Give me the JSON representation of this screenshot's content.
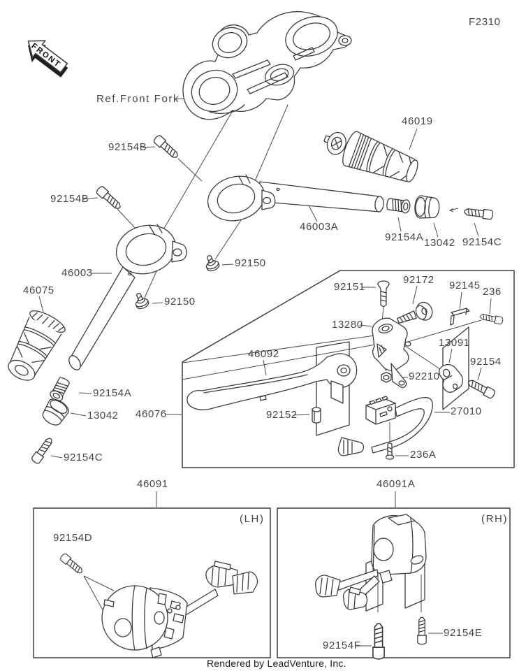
{
  "figure": {
    "code": "F2310",
    "credit": "Rendered by LeadVenture, Inc."
  },
  "annotations": {
    "front": "FRONT",
    "ref_front_fork": "Ref.Front Fork",
    "lh": "(LH)",
    "rh": "(RH)"
  },
  "parts": {
    "p46019": "46019",
    "p92154b_top": "92154B",
    "p92154b_mid": "92154B",
    "p46003a": "46003A",
    "p92154a_right": "92154A",
    "p13042_right": "13042",
    "p92154c_right": "92154C",
    "p92150_right": "92150",
    "p92150_left": "92150",
    "p46003": "46003",
    "p46075": "46075",
    "p92154a_left": "92154A",
    "p13042_left": "13042",
    "p92154c_left": "92154C",
    "p46076": "46076",
    "p46092": "46092",
    "p92151": "92151",
    "p92172": "92172",
    "p92145": "92145",
    "p236": "236",
    "p13280": "13280",
    "p13091": "13091",
    "p92154": "92154",
    "p92210": "92210",
    "p92152": "92152",
    "p27010": "27010",
    "p236a": "236A",
    "p46091": "46091",
    "p92154d": "92154D",
    "p46091a": "46091A",
    "p92154f": "92154F",
    "p92154e": "92154E"
  }
}
